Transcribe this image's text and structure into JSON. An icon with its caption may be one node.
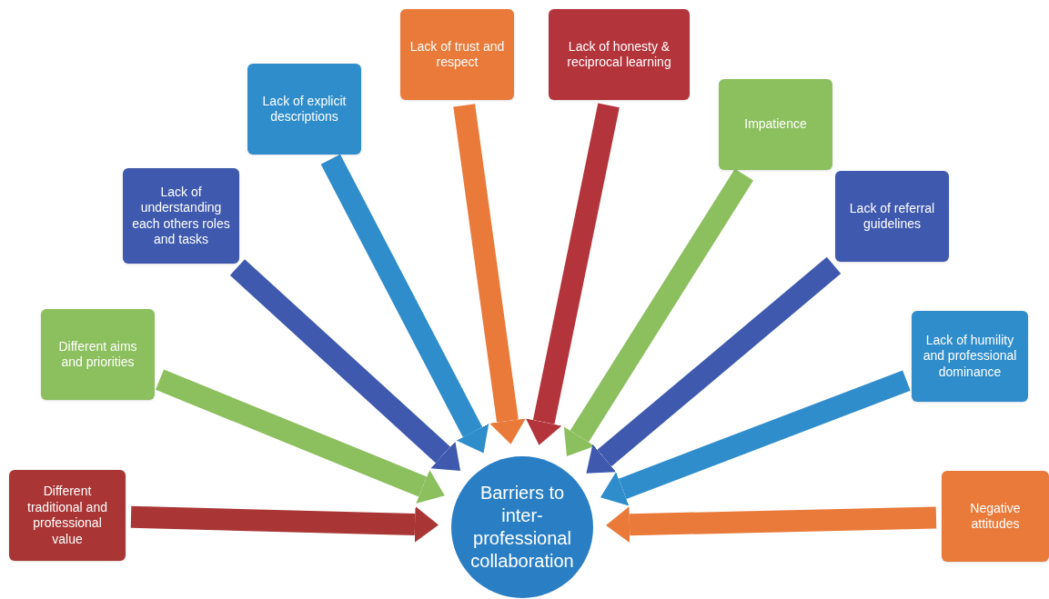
{
  "diagram": {
    "nodes": [
      {
        "text": [
          "Barriers to inter-professional collaboration"
        ]
      },
      {
        "text": [
          "Different traditional and professional value"
        ]
      },
      {
        "text": [
          "Different aims and priorities"
        ]
      },
      {
        "text": [
          "Lack of understanding each others roles and tasks"
        ]
      },
      {
        "text": [
          "Lack of explicit descriptions"
        ]
      },
      {
        "text": [
          "Lack of trust and respect"
        ]
      },
      {
        "text": [
          "Lack of honesty & reciprocal learning"
        ]
      },
      {
        "text": [
          "Impatience"
        ]
      },
      {
        "text": [
          "Lack of referral guidelines"
        ]
      },
      {
        "text": [
          "Lack of humility and professional dominance"
        ]
      },
      {
        "text": [
          "Negative attitudes"
        ]
      }
    ],
    "edges": [
      {
        "from": 1,
        "to": 0,
        "arrow": "to",
        "color": "#a93535"
      },
      {
        "from": 2,
        "to": 0,
        "arrow": "to",
        "color": "#8cbf5e"
      },
      {
        "from": 3,
        "to": 0,
        "arrow": "to",
        "color": "#3e59ad"
      },
      {
        "from": 4,
        "to": 0,
        "arrow": "to",
        "color": "#2f8dcc"
      },
      {
        "from": 5,
        "to": 0,
        "arrow": "to",
        "color": "#e97a3a"
      },
      {
        "from": 6,
        "to": 0,
        "arrow": "to",
        "color": "#b3343a"
      },
      {
        "from": 7,
        "to": 0,
        "arrow": "to",
        "color": "#8cbf5e"
      },
      {
        "from": 8,
        "to": 0,
        "arrow": "to",
        "color": "#3e59ad"
      },
      {
        "from": 9,
        "to": 0,
        "arrow": "to",
        "color": "#2f8dcc"
      },
      {
        "from": 10,
        "to": 0,
        "arrow": "to",
        "color": "#e97a3a"
      }
    ]
  }
}
